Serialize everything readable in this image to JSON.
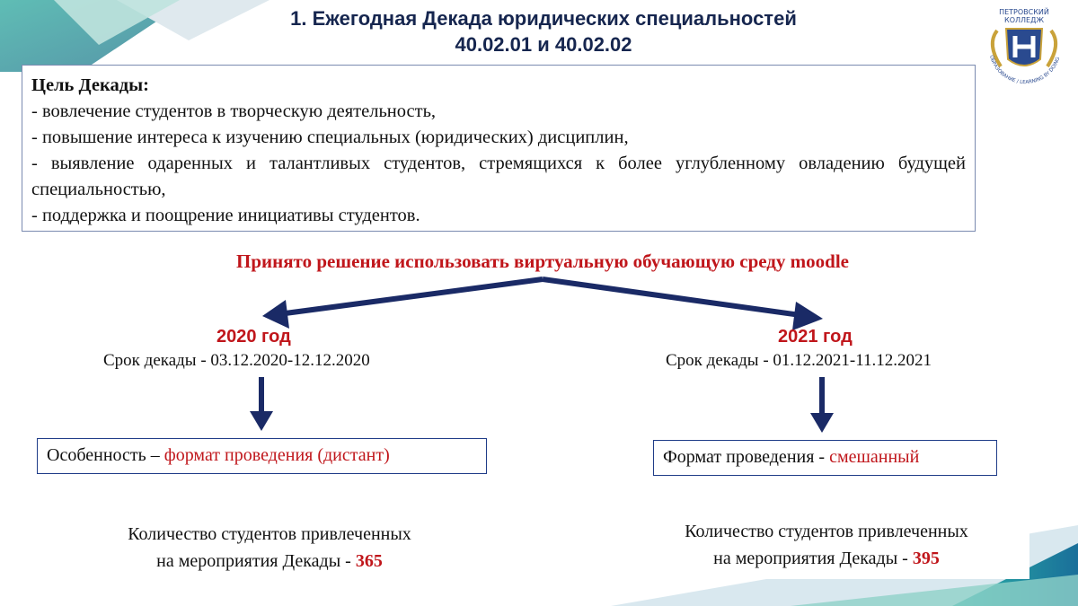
{
  "slide": {
    "title_line1": "1. Ежегодная Декада юридических специальностей",
    "title_line2": "40.02.01 и  40.02.02",
    "logo": {
      "text_top": "ПЕТРОВСКИЙ",
      "text_mid": "КОЛЛЕДЖ",
      "motto": "ОБРАЗОВАНИЕ / LEARNING BY DOING",
      "colors": {
        "gold": "#c9a23a",
        "blue": "#2a4a8f"
      }
    },
    "goal": {
      "heading": "Цель Декады:",
      "items": [
        "- вовлечение студентов в творческую деятельность,",
        "- повышение интереса к изучению специальных (юридических) дисциплин,",
        "- выявление одаренных и талантливых студентов, стремящихся к более углубленному овладению будущей специальностью,",
        "- поддержка и поощрение инициативы  студентов."
      ]
    },
    "decision": "Принято решение использовать виртуальную обучающую среду moodle",
    "left": {
      "year": "2020 год",
      "term": "Срок декады - 03.12.2020-12.12.2020",
      "feature_label": "Особенность – ",
      "feature_value": "формат проведения (дистант)",
      "count_line1": "Количество студентов привлеченных",
      "count_line2": "на мероприятия Декады - ",
      "count_value": "365"
    },
    "right": {
      "year": "2021 год",
      "term": "Срок декады - 01.12.2021-11.12.2021",
      "feature_label": "Формат проведения - ",
      "feature_value": "смешанный",
      "count_line1": "Количество студентов привлеченных",
      "count_line2": "на мероприятия Декады - ",
      "count_value": "395"
    },
    "colors": {
      "accent_red": "#c0161b",
      "navy": "#16264f",
      "arrow": "#1a2a66",
      "teal": "#2ab3a6"
    }
  }
}
